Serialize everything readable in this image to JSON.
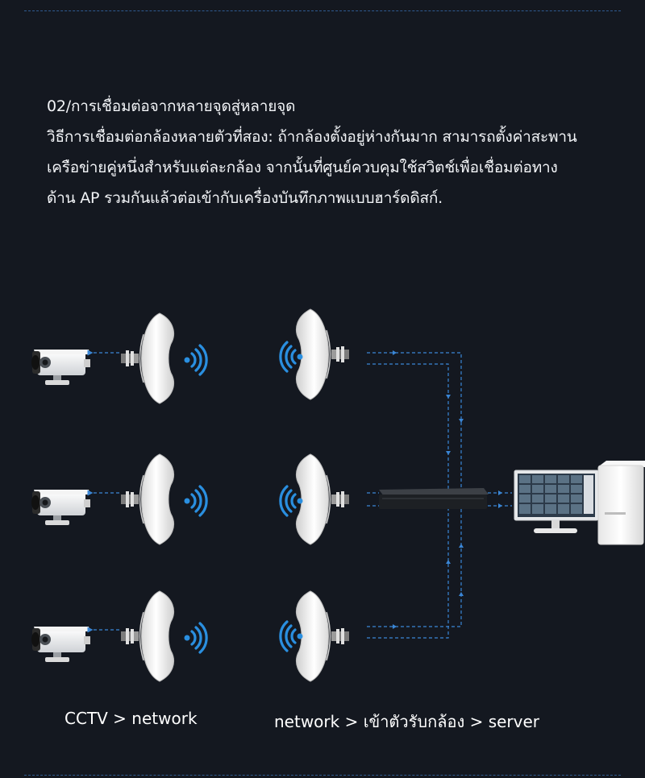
{
  "heading": "02/การเชื่อมต่อจากหลายจุดสู่หลายจุด",
  "description_lines": [
    "วิธีการเชื่อมต่อกล้องหลายตัวที่สอง: ถ้ากล้องตั้งอยู่ห่างกันมาก สามารถตั้งค่าสะพาน",
    "เครือข่ายคู่หนึ่งสำหรับแต่ละกล้อง จากนั้นที่ศูนย์ควบคุมใช้สวิตช์เพื่อเชื่อมต่อทาง",
    "ด้าน AP รวมกันแล้วต่อเข้ากับเครื่องบันทึกภาพแบบฮาร์ดดิสก์."
  ],
  "captions": {
    "left": "CCTV > network",
    "right": "network > เข้าตัวรับกล้อง > server"
  },
  "colors": {
    "background": "#141820",
    "signal": "#2a8fe0",
    "dashed_line": "#3a86d6",
    "device_white": "#f2f2f2"
  },
  "icons": [
    "cctv-camera-icon",
    "bridge-antenna-icon",
    "wifi-signal-icon",
    "network-switch-icon",
    "computer-monitor-icon",
    "pc-tower-icon"
  ]
}
